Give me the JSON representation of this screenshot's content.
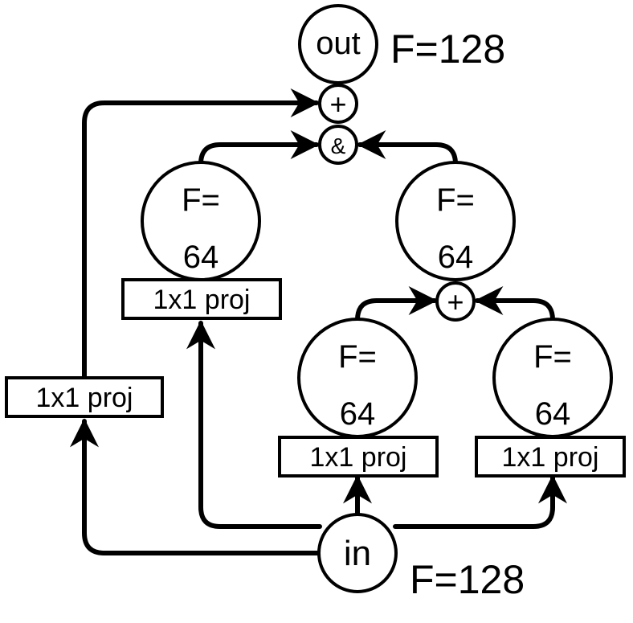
{
  "output": {
    "node_label": "out",
    "filters": "F=128"
  },
  "input": {
    "node_label": "in",
    "filters": "F=128"
  },
  "ops": {
    "sum": "+",
    "concat": "&"
  },
  "branches": {
    "left": {
      "top": "F=",
      "bottom": "64",
      "proj": "1x1 proj"
    },
    "right_merge": {
      "top": "F=",
      "bottom": "64"
    },
    "inner_left": {
      "top": "F=",
      "bottom": "64",
      "proj": "1x1 proj"
    },
    "inner_right": {
      "top": "F=",
      "bottom": "64",
      "proj": "1x1 proj"
    }
  },
  "skip": {
    "proj": "1x1 proj"
  }
}
